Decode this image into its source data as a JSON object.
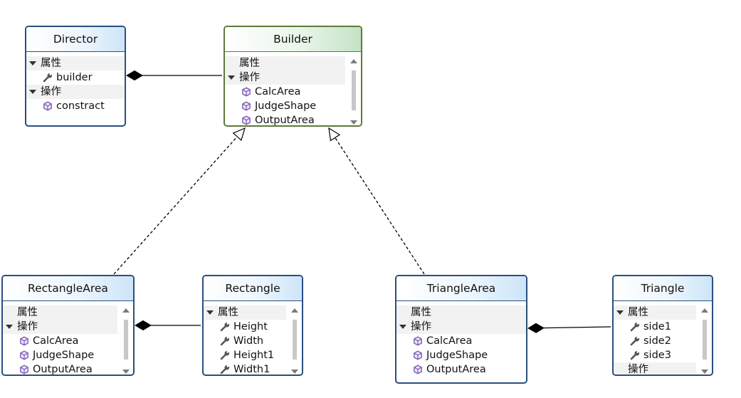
{
  "diagram": {
    "classes": [
      {
        "id": "director",
        "name": "Director",
        "selected": false,
        "scroll": false,
        "rows": [
          {
            "kind": "section",
            "label": "属性",
            "expanded": true
          },
          {
            "kind": "attr",
            "label": "builder"
          },
          {
            "kind": "section",
            "label": "操作",
            "expanded": true
          },
          {
            "kind": "op",
            "label": "constract"
          }
        ]
      },
      {
        "id": "builder",
        "name": "Builder",
        "selected": true,
        "scroll": true,
        "rows": [
          {
            "kind": "section",
            "label": "属性",
            "expanded": false
          },
          {
            "kind": "section",
            "label": "操作",
            "expanded": true
          },
          {
            "kind": "op",
            "label": "CalcArea"
          },
          {
            "kind": "op",
            "label": "JudgeShape"
          },
          {
            "kind": "op",
            "label": "OutputArea"
          }
        ]
      },
      {
        "id": "rectanglearea",
        "name": "RectangleArea",
        "selected": false,
        "scroll": true,
        "rows": [
          {
            "kind": "section",
            "label": "属性",
            "expanded": false
          },
          {
            "kind": "section",
            "label": "操作",
            "expanded": true
          },
          {
            "kind": "op",
            "label": "CalcArea"
          },
          {
            "kind": "op",
            "label": "JudgeShape"
          },
          {
            "kind": "op",
            "label": "OutputArea"
          }
        ]
      },
      {
        "id": "rectangle",
        "name": "Rectangle",
        "selected": false,
        "scroll": true,
        "rows": [
          {
            "kind": "section",
            "label": "属性",
            "expanded": true
          },
          {
            "kind": "attr",
            "label": "Height"
          },
          {
            "kind": "attr",
            "label": "Width"
          },
          {
            "kind": "attr",
            "label": "Height1"
          },
          {
            "kind": "attr",
            "label": "Width1"
          }
        ]
      },
      {
        "id": "trianglearea",
        "name": "TriangleArea",
        "selected": false,
        "scroll": false,
        "rows": [
          {
            "kind": "section",
            "label": "属性",
            "expanded": false
          },
          {
            "kind": "section",
            "label": "操作",
            "expanded": true
          },
          {
            "kind": "op",
            "label": "CalcArea"
          },
          {
            "kind": "op",
            "label": "JudgeShape"
          },
          {
            "kind": "op",
            "label": "OutputArea"
          }
        ]
      },
      {
        "id": "triangle",
        "name": "Triangle",
        "selected": false,
        "scroll": true,
        "rows": [
          {
            "kind": "section",
            "label": "属性",
            "expanded": true
          },
          {
            "kind": "attr",
            "label": "side1"
          },
          {
            "kind": "attr",
            "label": "side2"
          },
          {
            "kind": "attr",
            "label": "side3"
          },
          {
            "kind": "section",
            "label": "操作",
            "expanded": false
          }
        ]
      }
    ],
    "relations": [
      {
        "type": "composition",
        "from": "builder",
        "to": "director"
      },
      {
        "type": "realization",
        "from": "rectanglearea",
        "to": "builder"
      },
      {
        "type": "realization",
        "from": "trianglearea",
        "to": "builder"
      },
      {
        "type": "composition",
        "from": "rectangle",
        "to": "rectanglearea"
      },
      {
        "type": "composition",
        "from": "triangle",
        "to": "trianglearea"
      }
    ],
    "colors": {
      "border": "#2a4f7f",
      "selected_border": "#5d7a3a",
      "op_icon": "#7d5bb5",
      "attr_icon": "#555555"
    }
  }
}
